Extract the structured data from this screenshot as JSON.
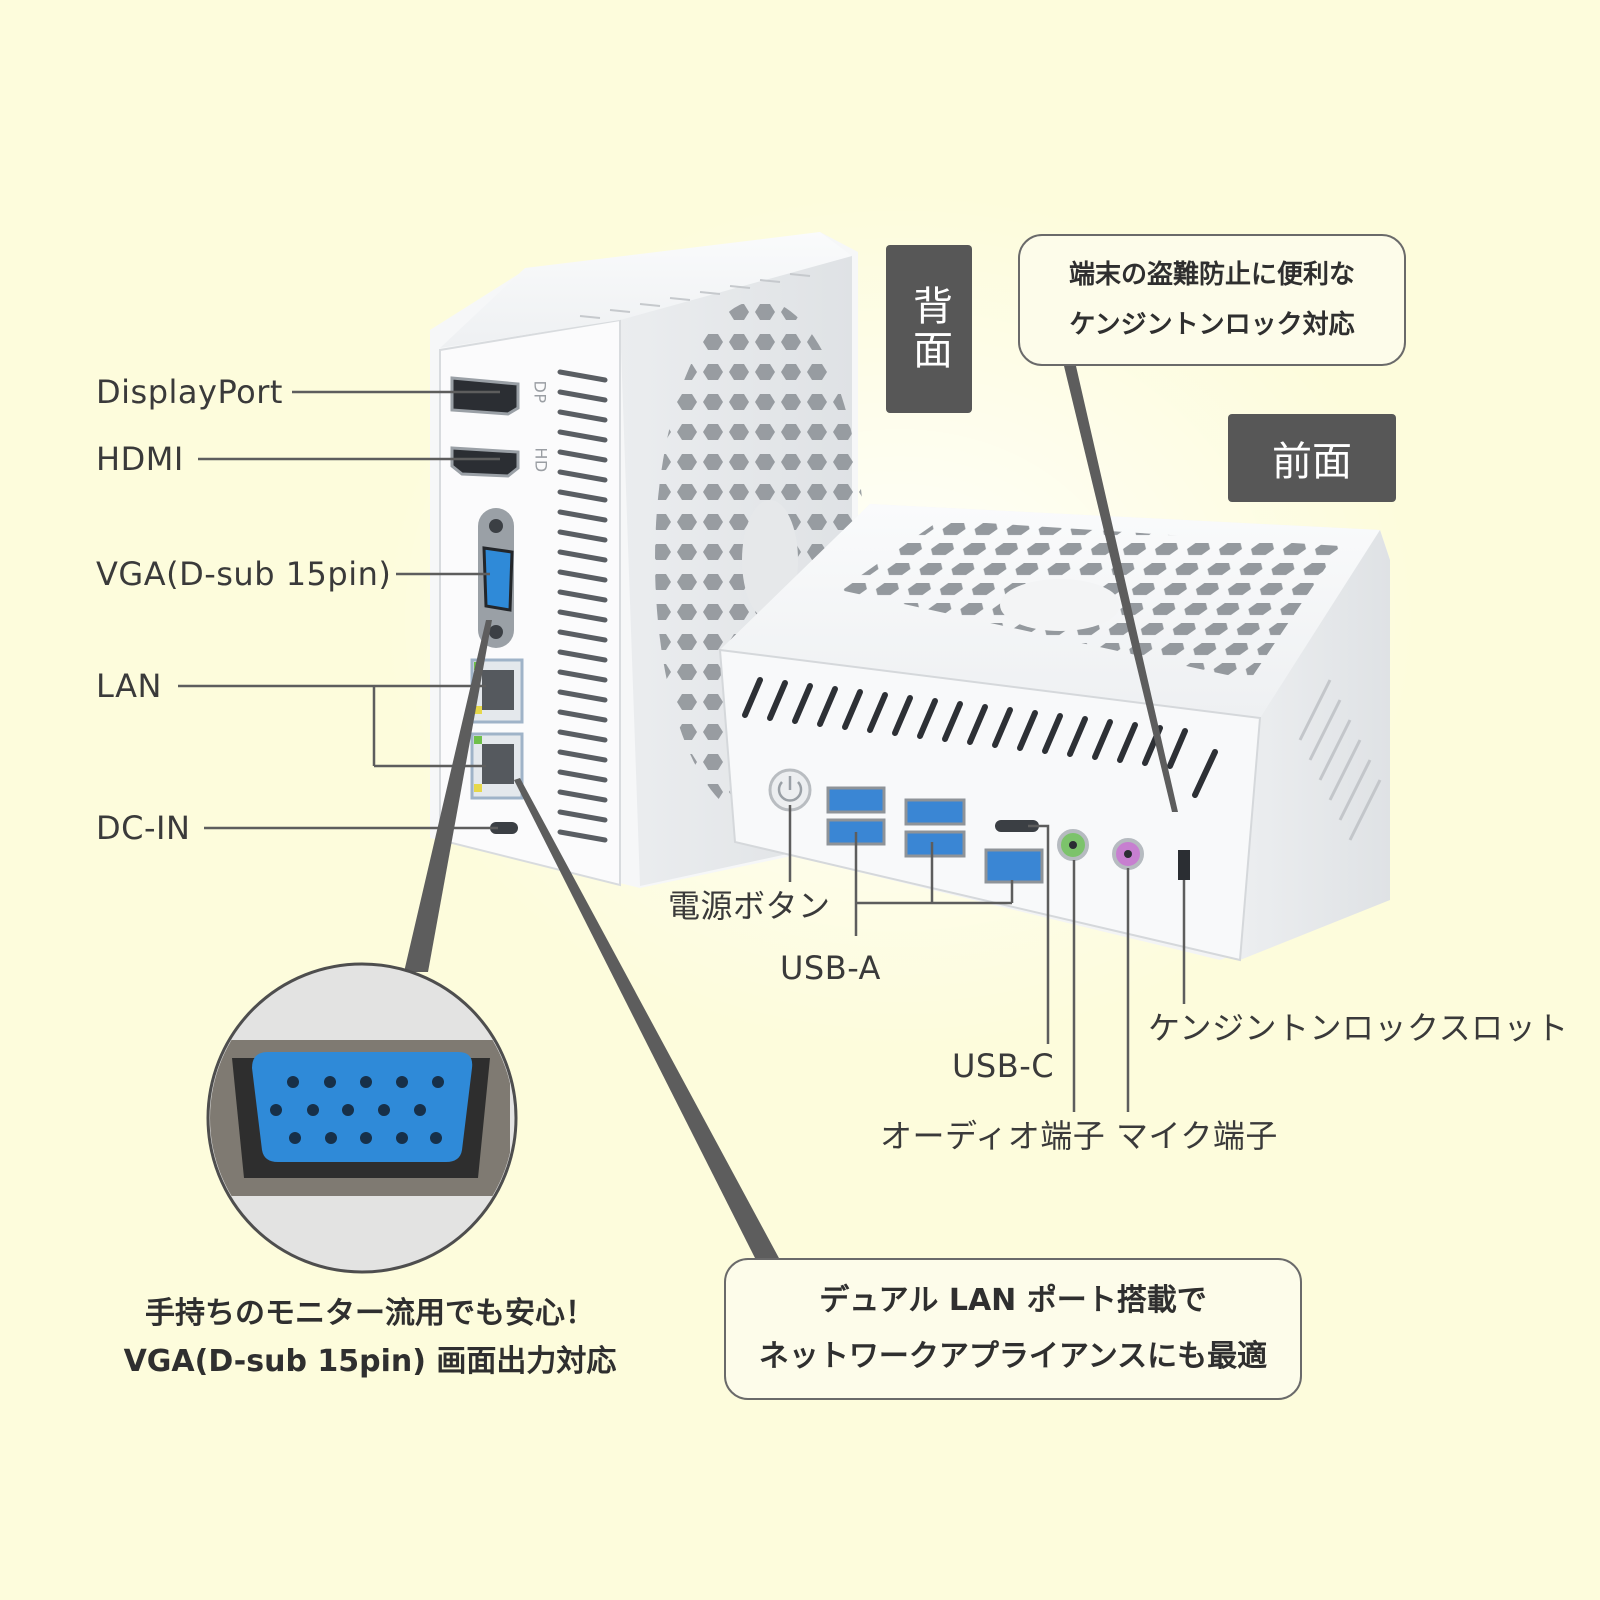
{
  "badges": {
    "back": "背面",
    "front": "前面"
  },
  "back_ports": {
    "displayport": "DisplayPort",
    "hdmi": "HDMI",
    "vga": "VGA(D-sub 15pin)",
    "lan": "LAN",
    "dc_in": "DC-IN"
  },
  "back_port_marks": {
    "dp": "DP",
    "hd": "HD"
  },
  "front_ports": {
    "power_button": "電源ボタン",
    "usb_a": "USB-A",
    "usb_c": "USB-C",
    "kensington_slot": "ケンジントンロックスロット",
    "audio_jack": "オーディオ端子",
    "mic_jack": "マイク端子"
  },
  "callouts": {
    "kensington": [
      "端末の盗難防止に便利な",
      "ケンジントンロック対応"
    ],
    "dual_lan": [
      "デュアル LAN ポート搭載で",
      "ネットワークアプライアンスにも最適"
    ]
  },
  "vga_caption": [
    "手持ちのモニター流用でも安心！",
    "VGA(D-sub 15pin) 画面出力対応"
  ],
  "colors": {
    "background": "#fdfcdc",
    "device_body": "#f4f5f6",
    "usb3_blue": "#3a86d4",
    "vga_blue": "#2f8ad8",
    "audio_green": "#7cc36b",
    "mic_pink": "#c77fd0",
    "badge_gray": "#575757"
  }
}
